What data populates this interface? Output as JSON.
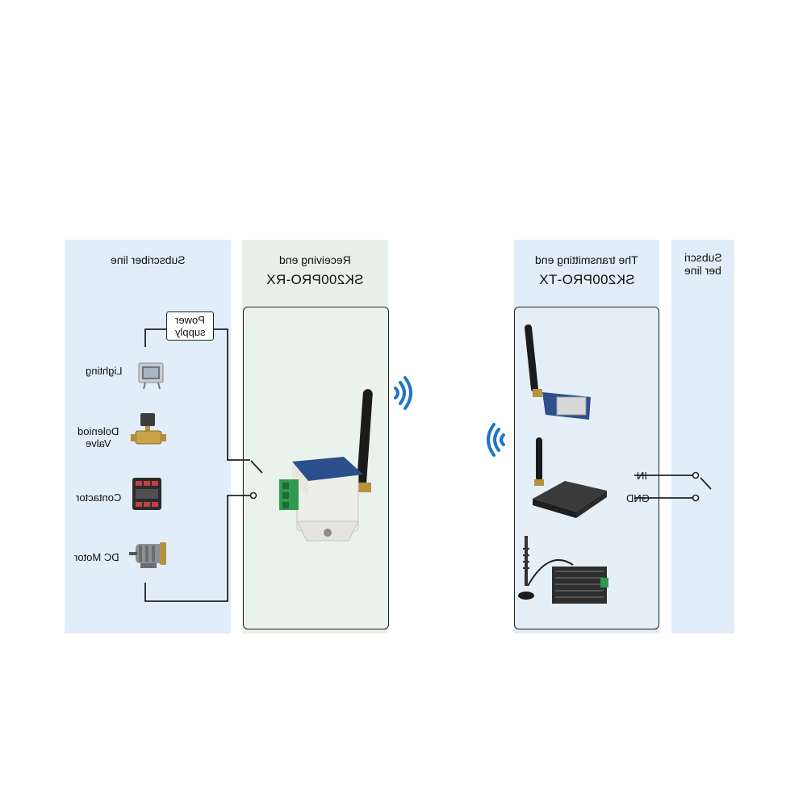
{
  "panels": {
    "subscriber_left": {
      "title": "Subscriber line"
    },
    "receiving": {
      "title": "Receiving end",
      "model": "SK200PRO-RX"
    },
    "transmitting": {
      "title": "The transmitting end",
      "model": "SK200PRO-TX"
    },
    "subscriber_right": {
      "title_line1": "Subscri",
      "title_line2": "ber line"
    }
  },
  "loads": {
    "power_supply_line1": "Power",
    "power_supply_line2": "supply",
    "lighting": "Lighting",
    "valve_line1": "Doleniod",
    "valve_line2": "Valve",
    "contactor": "Contactor",
    "motor": "DC Motor"
  },
  "pins": {
    "in": "IN",
    "gnd": "GND"
  },
  "colors": {
    "blue_panel": "#e1edf8",
    "green_panel": "#e7f1ea",
    "signal": "#1e74c6",
    "wire": "#222222"
  },
  "icons": [
    "wifi-signal-icon",
    "light-fixture-icon",
    "solenoid-valve-icon",
    "contactor-icon",
    "dc-motor-icon",
    "antenna-icon"
  ]
}
